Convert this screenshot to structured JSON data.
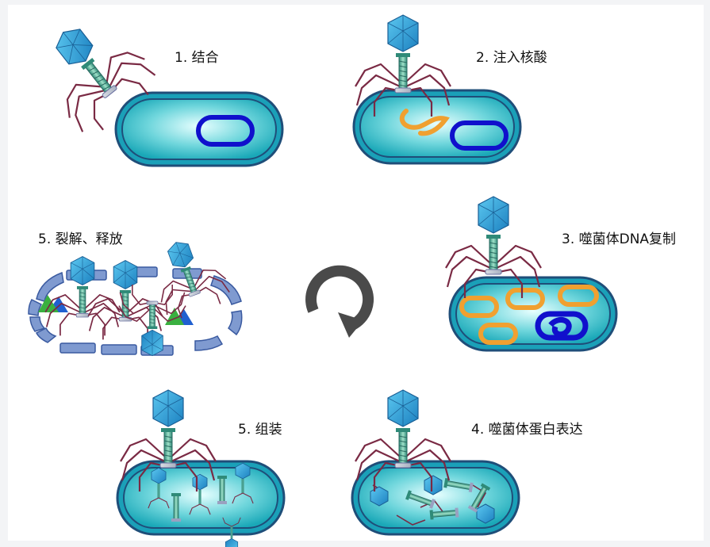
{
  "labels": {
    "step1": "1. 结合",
    "step2": "2. 注入核酸",
    "step3": "3. 噬菌体DNA复制",
    "step4": "4. 噬菌体蛋白表达",
    "step5_assemble": "5. 组装",
    "step5_release": "5. 裂解、释放"
  },
  "colors": {
    "background": "#f3f4f6",
    "panel": "#ffffff",
    "cell_outer": "#1f4e79",
    "cell_fill": "#2bb8c8",
    "phage_head": "#3aa6dc",
    "phage_tail": "#4aa090",
    "phage_legs": "#7a2a44",
    "dna_host": "#1010cc",
    "dna_phage": "#f0a030",
    "cycle_arrow": "#555555"
  },
  "icons": {
    "cycle": "cycle-arrow-icon"
  }
}
